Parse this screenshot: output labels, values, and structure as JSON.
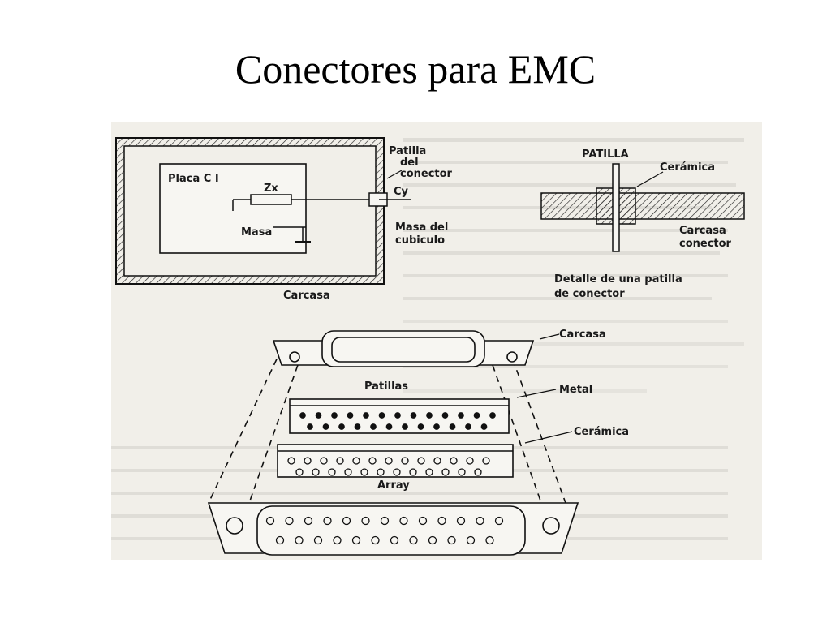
{
  "slide": {
    "title": "Conectores para EMC"
  },
  "figure": {
    "labels": {
      "placa": "Placa C I",
      "zx": "Zx",
      "masa": "Masa",
      "carcasa_box": "Carcasa",
      "patilla_del_conector_1": "Patilla",
      "patilla_del_conector_2": "del",
      "patilla_del_conector_3": "conector",
      "cy": "Cy",
      "masa_cubiculo_1": "Masa del",
      "masa_cubiculo_2": "cubiculo",
      "patilla_title": "PATILLA",
      "ceramica_top": "Cerámica",
      "carcasa_conector_1": "Carcasa",
      "carcasa_conector_2": "conector",
      "detalle_1": "Detalle de una patilla",
      "detalle_2": "de conector",
      "carcasa_exploded": "Carcasa",
      "patillas": "Patillas",
      "metal": "Metal",
      "ceramica_exploded": "Cerámica",
      "array": "Array"
    }
  }
}
